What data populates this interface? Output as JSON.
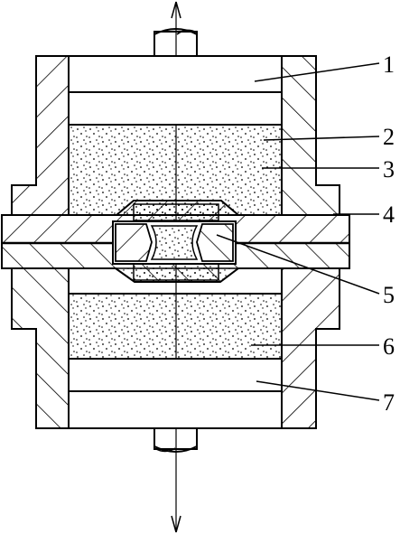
{
  "labels": [
    {
      "id": "1",
      "text": "1"
    },
    {
      "id": "2",
      "text": "2"
    },
    {
      "id": "3",
      "text": "3"
    },
    {
      "id": "4",
      "text": "4"
    },
    {
      "id": "5",
      "text": "5"
    },
    {
      "id": "6",
      "text": "6"
    },
    {
      "id": "7",
      "text": "7"
    }
  ]
}
